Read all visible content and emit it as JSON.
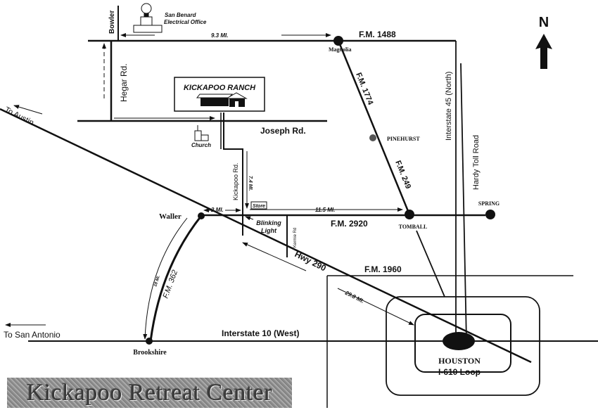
{
  "title": "Kickapoo Retreat Center",
  "north_label": "N",
  "ranch": "KICKAPOO RANCH",
  "landmarks": {
    "electrical_office_line1": "San Benard",
    "electrical_office_line2": "Electrical Office",
    "church": "Church",
    "store": "Store",
    "blinking_light_line1": "Blinking",
    "blinking_light_line2": "Light"
  },
  "roads": {
    "bowler": "Bowler",
    "hegar": "Hegar Rd.",
    "fm1488": "F.M. 1488",
    "joseph": "Joseph Rd.",
    "kickapoo": "Kickapoo Rd.",
    "fm1774": "F.M. 1774",
    "fm249": "F.M. 249",
    "i45": "Interstate 45 (North)",
    "hardy": "Hardy Toll Road",
    "fm2920": "F.M. 2920",
    "kermie": "Kermie Rd",
    "hwy290": "Hwy 290",
    "fm1960": "F.M. 1960",
    "fm362": "F.M. 362",
    "i10": "Interstate 10 (West)",
    "loop": "I-610 Loop"
  },
  "towns": {
    "magnolia": "Magnolia",
    "pinehurst": "PINEHURST",
    "tomball": "TOMBALL",
    "spring": "SPRING",
    "waller": "Waller",
    "brookshire": "Brookshire",
    "houston": "HOUSTON"
  },
  "directions": {
    "to_austin": "To Austin",
    "to_san_antonio": "To San Antonio"
  },
  "distances": {
    "bowler_magnolia": "9.3 MI.",
    "kickapoo": "7.4 MI.",
    "waller_kickapoo": "2 MI.",
    "store_tomball": "11.5 MI.",
    "hwy290": "29.8 MI.",
    "fm362": "18 Mi."
  }
}
